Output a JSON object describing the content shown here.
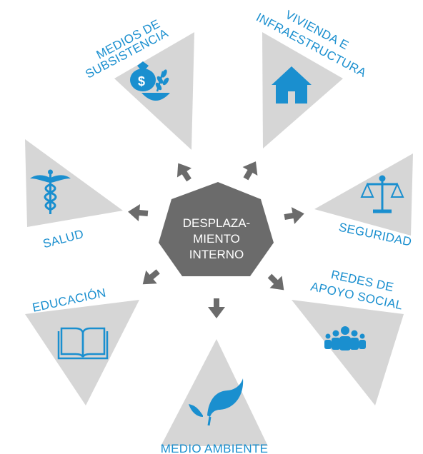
{
  "center": {
    "lines": [
      "DESPLAZA-",
      "MIENTO",
      "INTERNO"
    ]
  },
  "nodes": {
    "medios": {
      "line1": "MEDIOS DE",
      "line2": "SUBSISTENCIA",
      "icon": "money-bag-wheat-icon"
    },
    "vivienda": {
      "line1": "VIVIENDA E",
      "line2": "INFRAESTRUCTURA",
      "icon": "house-icon"
    },
    "seguridad": {
      "label": "SEGURIDAD",
      "icon": "scales-icon"
    },
    "redes": {
      "line1": "REDES DE",
      "line2": "APOYO SOCIAL",
      "icon": "people-group-icon"
    },
    "medio_ambiente": {
      "label": "MEDIO AMBIENTE",
      "icon": "leaves-icon"
    },
    "educacion": {
      "label": "EDUCACIÓN",
      "icon": "open-book-icon"
    },
    "salud": {
      "label": "SALUD",
      "icon": "caduceus-icon"
    }
  },
  "colors": {
    "accent": "#1a8fcf",
    "triangle": "#d6d6d6",
    "hub": "#6b6b6b",
    "arrow": "#6b6b6b"
  }
}
